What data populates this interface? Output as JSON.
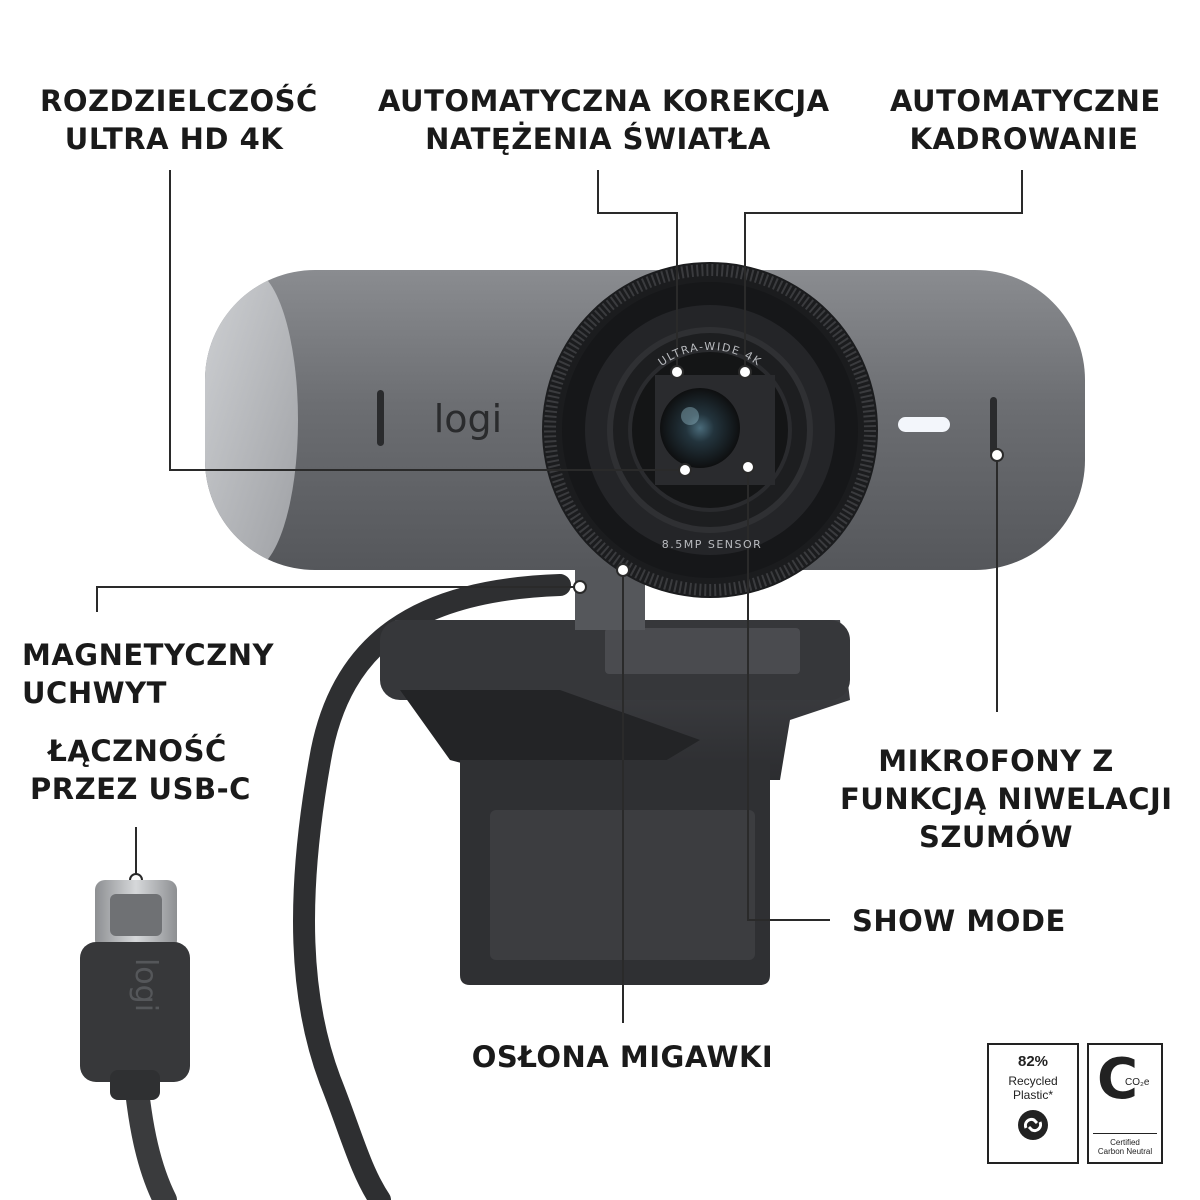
{
  "brand": {
    "logo_text": "logi",
    "cable_logo_text": "logi"
  },
  "lens": {
    "top_ring_text": "ULTRA-WIDE 4K",
    "bottom_ring_text": "8.5MP SENSOR"
  },
  "callouts": {
    "resolution": [
      "ROZDZIELCZOŚĆ",
      "ULTRA HD 4K"
    ],
    "light_correction": [
      "AUTOMATYCZNA KOREKCJA",
      "NATĘŻENIA ŚWIATŁA"
    ],
    "auto_framing": [
      "AUTOMATYCZNE",
      "KADROWANIE"
    ],
    "magnetic_mount": [
      "MAGNETYCZNY",
      "UCHWYT"
    ],
    "usb_c": [
      "ŁĄCZNOŚĆ",
      "PRZEZ USB-C"
    ],
    "microphones": [
      "MIKROFONY Z",
      "FUNKCJĄ NIWELACJI",
      "SZUMÓW"
    ],
    "show_mode": [
      "SHOW MODE"
    ],
    "privacy_shutter": [
      "OSŁONA MIGAWKI"
    ]
  },
  "badges": {
    "recycled": {
      "percent": "82%",
      "line1": "Recycled",
      "line2": "Plastic*"
    },
    "carbon": {
      "symbol": "CO₂e",
      "line1": "Certified",
      "line2": "Carbon Neutral"
    }
  },
  "colors": {
    "body": "#6b6d71",
    "lens_black": "#1c1c1e",
    "mount": "#3a3b3e",
    "cable": "#2e2f31",
    "callout_line": "#2a2a2a"
  }
}
